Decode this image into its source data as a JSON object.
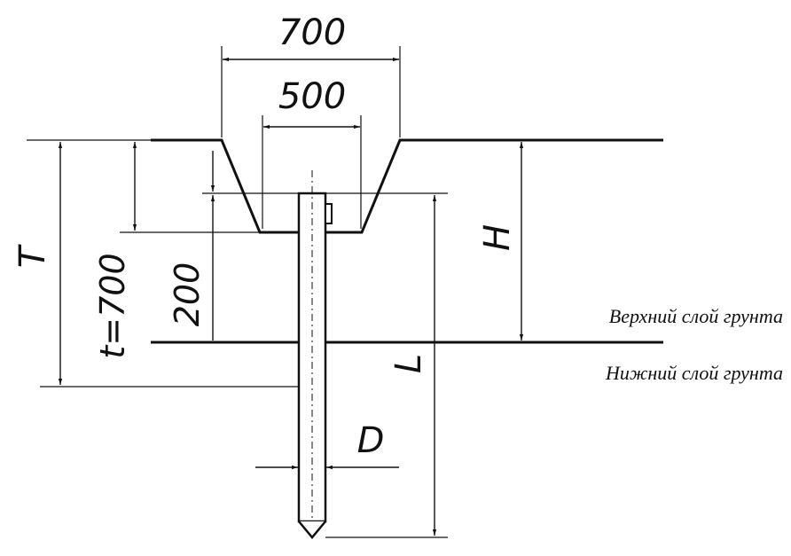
{
  "labels": {
    "top_width": "700",
    "bottom_width": "500",
    "depth_T": "T",
    "depth_t": "t=700",
    "dim_200": "200",
    "height_H": "H",
    "length_L": "L",
    "diameter_D": "D",
    "upper_layer": "Верхний слой грунта",
    "lower_layer": "Нижний слой грунта"
  },
  "colors": {
    "line": "#111111",
    "background": "#ffffff"
  }
}
